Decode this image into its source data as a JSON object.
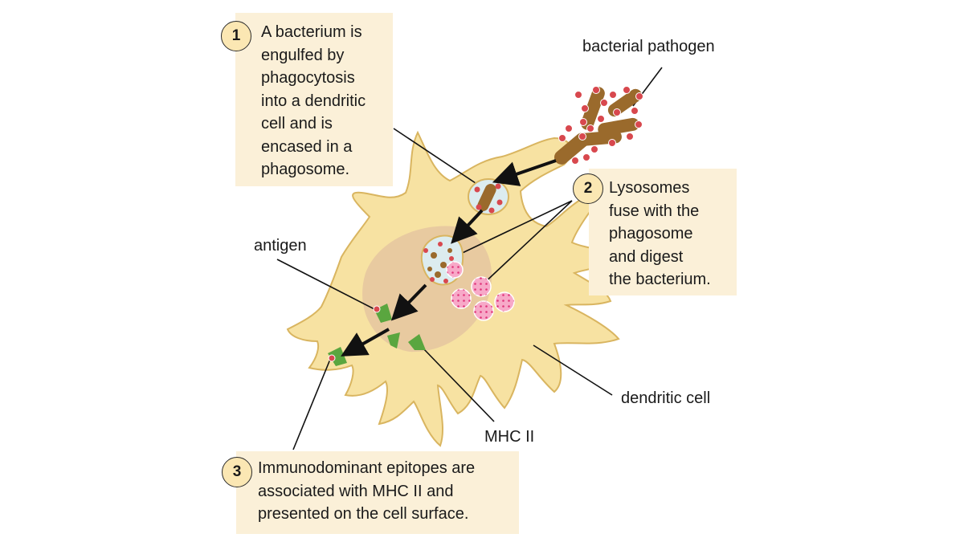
{
  "colors": {
    "callout_bg": "#fbf0d8",
    "step_circle": "#fbe7b3",
    "cell_fill": "#f7e2a2",
    "cell_outline": "#d9b560",
    "nucleus": "#e5c6a0",
    "bacterium": "#9a6a2c",
    "bacterium_dot": "#d8484e",
    "lysosome": "#f7a9c8",
    "mhc": "#5aa63f",
    "phagosome": "#dcecef"
  },
  "steps": [
    {
      "number": "1",
      "text": "A bacterium is\nengulfed by\nphagocytosis\ninto a dendritic\ncell and is\nencased in a\nphagosome."
    },
    {
      "number": "2",
      "text": "Lysosomes\nfuse with the\nphagosome\nand digest\nthe bacterium."
    },
    {
      "number": "3",
      "text": "Immunodominant epitopes are\nassociated with MHC II and\npresented on the cell surface."
    }
  ],
  "labels": {
    "bacterial_pathogen": "bacterial pathogen",
    "antigen": "antigen",
    "mhc_ii": "MHC II",
    "dendritic_cell": "dendritic cell"
  }
}
